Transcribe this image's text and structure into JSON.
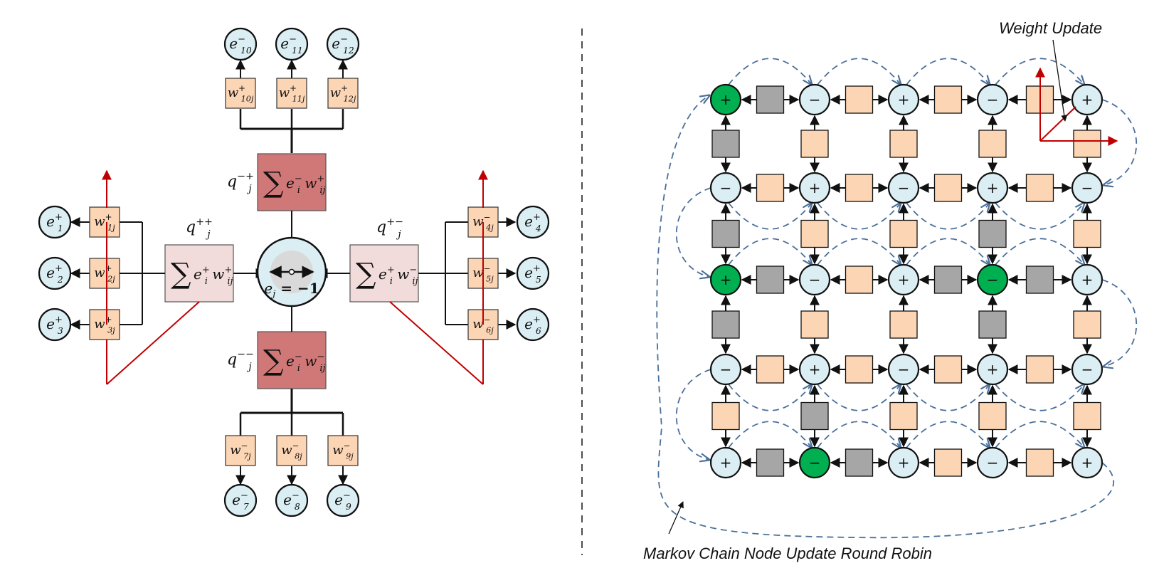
{
  "left": {
    "center": {
      "label": "e",
      "sub": "j",
      "rel": " = −1"
    },
    "sums": [
      {
        "id": "top",
        "q_base": "q",
        "q_sub": "j",
        "q_sup": "−+",
        "e_sup": "−",
        "w_sup": "+"
      },
      {
        "id": "left",
        "q_base": "q",
        "q_sub": "j",
        "q_sup": "++",
        "e_sup": "+",
        "w_sup": "+"
      },
      {
        "id": "right",
        "q_base": "q",
        "q_sub": "j",
        "q_sup": "+−",
        "e_sup": "+",
        "w_sup": "−"
      },
      {
        "id": "bottom",
        "q_base": "q",
        "q_sub": "j",
        "q_sup": "−−",
        "e_sup": "−",
        "w_sup": "−"
      }
    ],
    "sum_symbol": "∑",
    "sum_e": "e",
    "sum_e_sub": "i",
    "sum_w": "w",
    "sum_w_sub": "ij",
    "top_weights": [
      {
        "sub": "10j",
        "sup": "+"
      },
      {
        "sub": "11j",
        "sup": "+"
      },
      {
        "sub": "12j",
        "sup": "+"
      }
    ],
    "top_nodes": [
      {
        "sub": "10",
        "sup": "−"
      },
      {
        "sub": "11",
        "sup": "−"
      },
      {
        "sub": "12",
        "sup": "−"
      }
    ],
    "bottom_weights": [
      {
        "sub": "7j",
        "sup": "−"
      },
      {
        "sub": "8j",
        "sup": "−"
      },
      {
        "sub": "9j",
        "sup": "−"
      }
    ],
    "bottom_nodes": [
      {
        "sub": "7",
        "sup": "−"
      },
      {
        "sub": "8",
        "sup": "−"
      },
      {
        "sub": "9",
        "sup": "−"
      }
    ],
    "left_weights": [
      {
        "sub": "1j",
        "sup": "+"
      },
      {
        "sub": "2j",
        "sup": "+"
      },
      {
        "sub": "3j",
        "sup": "+"
      }
    ],
    "left_nodes": [
      {
        "sub": "1",
        "sup": "+"
      },
      {
        "sub": "2",
        "sup": "+"
      },
      {
        "sub": "3",
        "sup": "+"
      }
    ],
    "right_weights": [
      {
        "sub": "4j",
        "sup": "−"
      },
      {
        "sub": "5j",
        "sup": "−"
      },
      {
        "sub": "6j",
        "sup": "−"
      }
    ],
    "right_nodes": [
      {
        "sub": "4",
        "sup": "+"
      },
      {
        "sub": "5",
        "sup": "+"
      },
      {
        "sub": "6",
        "sup": "+"
      }
    ],
    "w_base": "w",
    "e_base": "e"
  },
  "right": {
    "title_weight_update": "Weight Update",
    "caption": "Markov Chain Node Update Round Robin",
    "grid_signs": [
      [
        "+",
        "−",
        "+",
        "−",
        "+"
      ],
      [
        "−",
        "+",
        "−",
        "+",
        "−"
      ],
      [
        "+",
        "−",
        "+",
        "−",
        "+"
      ],
      [
        "−",
        "+",
        "−",
        "+",
        "−"
      ],
      [
        "+",
        "−",
        "+",
        "−",
        "+"
      ]
    ],
    "green_nodes": [
      [
        0,
        0
      ],
      [
        2,
        0
      ],
      [
        2,
        3
      ],
      [
        4,
        1
      ]
    ],
    "horizontal_edges": [
      [
        "gray",
        "peach",
        "peach",
        "peach"
      ],
      [
        "peach",
        "peach",
        "peach",
        "peach"
      ],
      [
        "gray",
        "peach",
        "gray",
        "gray"
      ],
      [
        "peach",
        "peach",
        "peach",
        "peach"
      ],
      [
        "gray",
        "gray",
        "peach",
        "peach"
      ]
    ],
    "vertical_edges": [
      [
        "gray",
        "peach",
        "peach",
        "peach",
        "peach"
      ],
      [
        "gray",
        "peach",
        "peach",
        "gray",
        "peach"
      ],
      [
        "gray",
        "peach",
        "peach",
        "gray",
        "peach"
      ],
      [
        "peach",
        "gray",
        "peach",
        "peach",
        "peach"
      ]
    ],
    "colors": {
      "node_fill": "#daeef3",
      "green": "#00b050",
      "peach": "#fcd5b5",
      "gray": "#a6a6a6",
      "dash": "#4a6f9a",
      "red": "#c00000"
    }
  },
  "colors": {
    "node_fill": "#daeef3",
    "peach": "#fcd5b5",
    "sum_dark": "#d07878",
    "sum_light": "#f2dcdb",
    "red": "#c00000",
    "center_inner": "#d9d9d9"
  }
}
